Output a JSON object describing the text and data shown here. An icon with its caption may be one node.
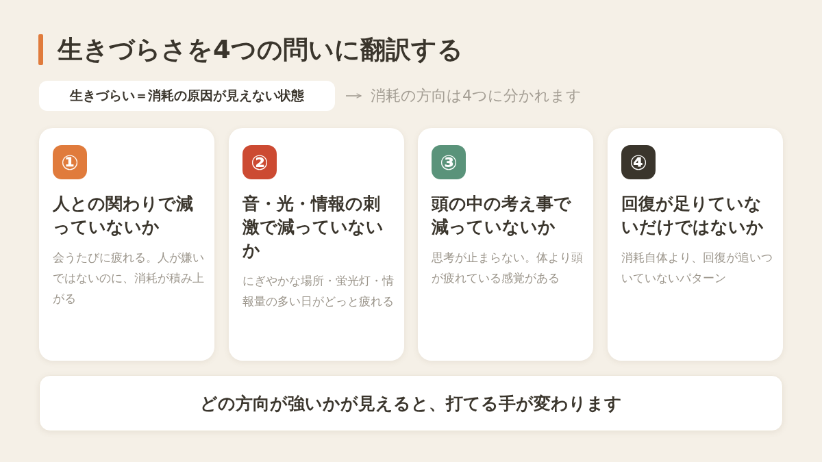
{
  "diagram": {
    "title": "生きづらさを4つの問いに翻訳する",
    "nodes": [
      {
        "text": [
          "生きづらい＝消耗の原因が見えない状態"
        ]
      },
      {
        "text": [
          "消耗の方向は4つに分かれます"
        ]
      },
      {
        "text": [
          "人との関わりで減っていないか",
          "会うたびに疲れる。人が嫌いではないのに、消耗が積み上がる"
        ]
      },
      {
        "text": [
          "①"
        ],
        "in": 2
      },
      {
        "text": [
          "音・光・情報の刺激で減っていないか",
          "にぎやかな場所・蛍光灯・情報量の多い日がどっと疲れる"
        ]
      },
      {
        "text": [
          "②"
        ],
        "in": 4
      },
      {
        "text": [
          "頭の中の考え事で減っていないか",
          "思考が止まらない。体より頭が疲れている感覚がある"
        ]
      },
      {
        "text": [
          "③"
        ],
        "in": 6
      },
      {
        "text": [
          "回復が足りていないだけではないか",
          "消耗自体より、回復が追いついていないパターン"
        ]
      },
      {
        "text": [
          "④"
        ],
        "in": 8
      },
      {
        "text": [
          "**どの方向が強いか**が見えると、打てる手が変わります"
        ]
      }
    ],
    "edges": [
      {
        "from": 0,
        "to": 1,
        "arrow": "to"
      }
    ]
  }
}
